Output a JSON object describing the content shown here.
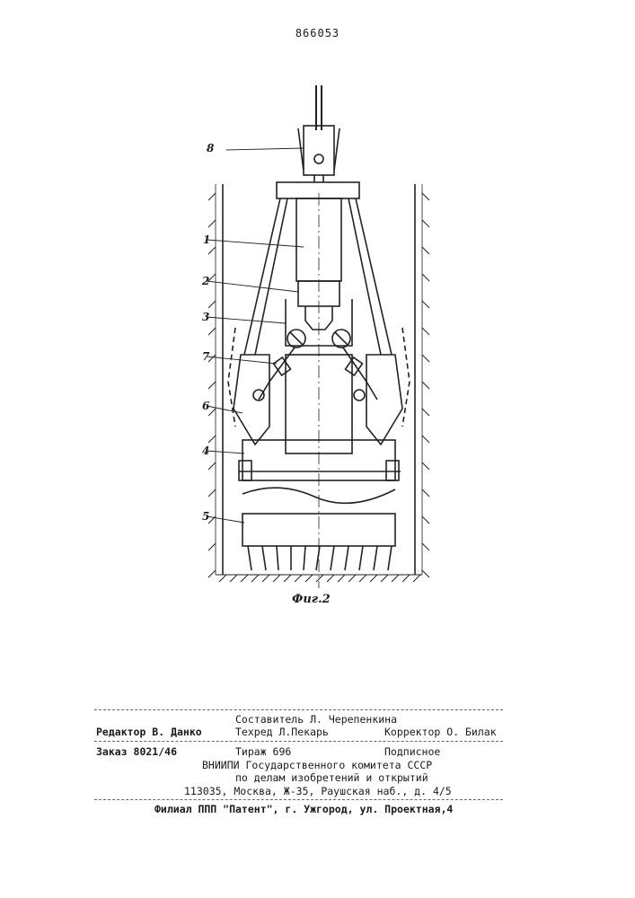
{
  "page_number": "866053",
  "figure": {
    "caption": "Фиг.2",
    "labels": [
      "1",
      "2",
      "3",
      "7",
      "6",
      "4",
      "5",
      "8"
    ]
  },
  "footer": {
    "compiler": "Составитель Л. Черепенкина",
    "editor": "Редактор В. Данко",
    "techred": "Техред Л.Пекарь",
    "corrector": "Корректор О. Билак",
    "order": "Заказ 8021/46",
    "circulation": "Тираж 696",
    "subscription": "Подписное",
    "org_line1": "ВНИИПИ Государственного комитета СССР",
    "org_line2": "по делам изобретений и открытий",
    "address": "113035, Москва, Ж-35, Раушская наб., д. 4/5",
    "branch": "Филиал ППП \"Патент\", г. Ужгород, ул. Проектная,4"
  }
}
